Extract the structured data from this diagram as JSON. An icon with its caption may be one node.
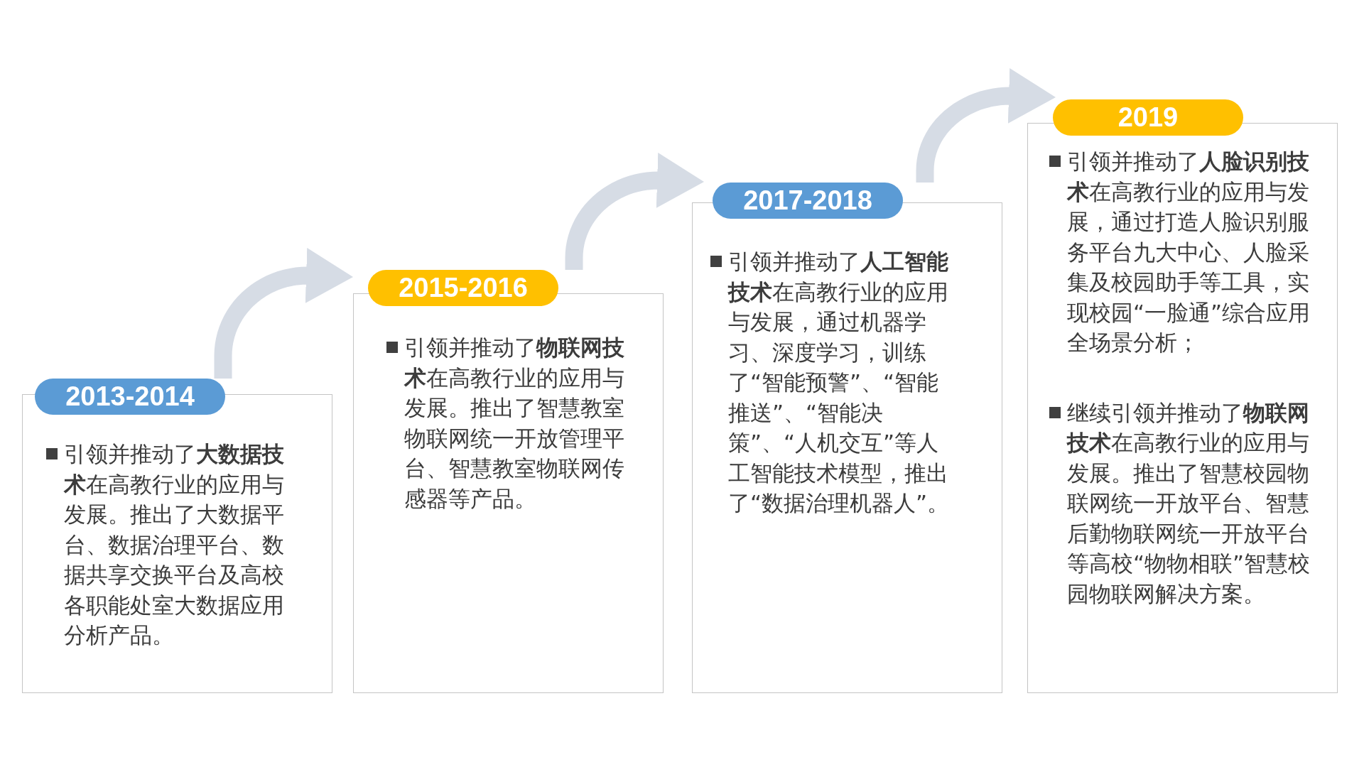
{
  "diagram": {
    "nodes": [
      {
        "text": [
          "2013-2014",
          "引领并推动了**大数据技术**在高教行业的应用与发展。推出了大数据平台、数据治理平台、数据共享交换平台及高校各职能处室大数据应用分析产品。"
        ]
      },
      {
        "text": [
          "2015-2016",
          "引领并推动了**物联网技术**在高教行业的应用与发展。推出了智慧教室物联网统一开放管理平台、智慧教室物联网传感器等产品。"
        ]
      },
      {
        "text": [
          "2017-2018",
          "引领并推动了**人工智能技术**在高教行业的应用与发展，通过机器学习、深度学习，训练了“智能预警”、“智能推送”、“智能决策”、“人机交互”等人工智能技术模型，推出了“数据治理机器人”。"
        ]
      },
      {
        "text": [
          "2019",
          "引领并推动了**人脸识别技术**在高教行业的应用与发展，通过打造人脸识别服务平台九大中心、人脸采集及校园助手等工具，实现校园“一脸通”综合应用全场景分析；",
          "继续引领并推动了**物联网技术**在高教行业的应用与发展。推出了智慧校园物联网统一开放平台、智慧后勤物联网统一开放平台等高校“物物相联”智慧校园物联网解决方案。"
        ]
      }
    ],
    "edges": [
      {
        "from": 0,
        "to": 1,
        "arrow": "to"
      },
      {
        "from": 1,
        "to": 2,
        "arrow": "to"
      },
      {
        "from": 2,
        "to": 3,
        "arrow": "to"
      }
    ]
  }
}
